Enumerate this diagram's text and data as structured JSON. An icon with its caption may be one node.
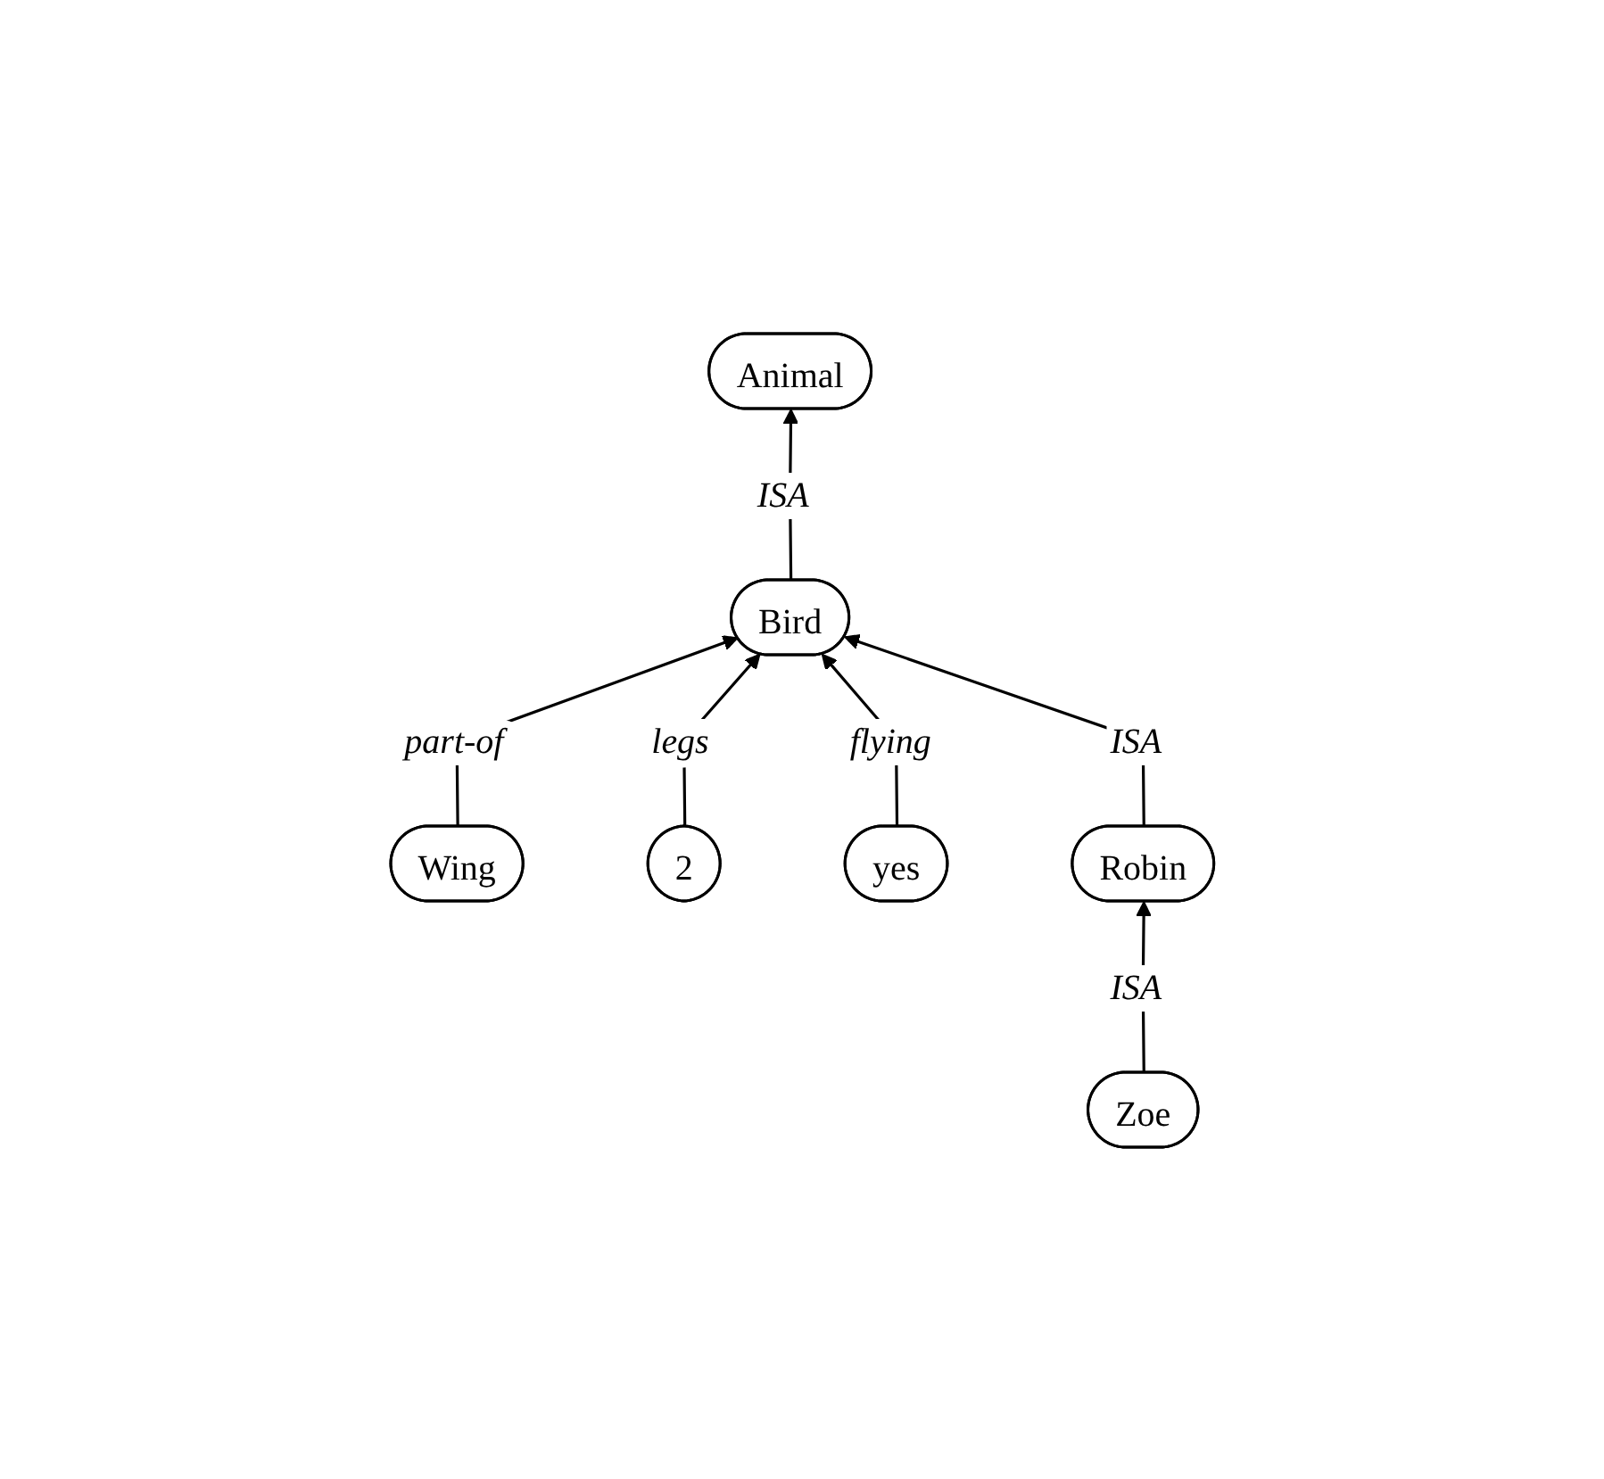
{
  "diagram": {
    "nodes": [
      {
        "text": [
          "Animal"
        ]
      },
      {
        "text": [
          "Wing"
        ]
      },
      {
        "text": [
          "2"
        ]
      },
      {
        "text": [
          "Bird"
        ]
      },
      {
        "text": [
          "yes"
        ]
      },
      {
        "text": [
          "Robin"
        ]
      },
      {
        "text": [
          "Zoe"
        ]
      }
    ],
    "edges": [
      {
        "from": 3,
        "to": 0,
        "arrow": "to",
        "label": "ISA"
      },
      {
        "from": 1,
        "to": 3,
        "arrow": "to",
        "label": "part-of"
      },
      {
        "from": 2,
        "to": 3,
        "arrow": "to",
        "label": "legs"
      },
      {
        "from": 4,
        "to": 3,
        "arrow": "to",
        "label": "flying"
      },
      {
        "from": 5,
        "to": 3,
        "arrow": "to",
        "label": "ISA"
      },
      {
        "from": 6,
        "to": 5,
        "arrow": "to",
        "label": "ISA"
      }
    ]
  }
}
